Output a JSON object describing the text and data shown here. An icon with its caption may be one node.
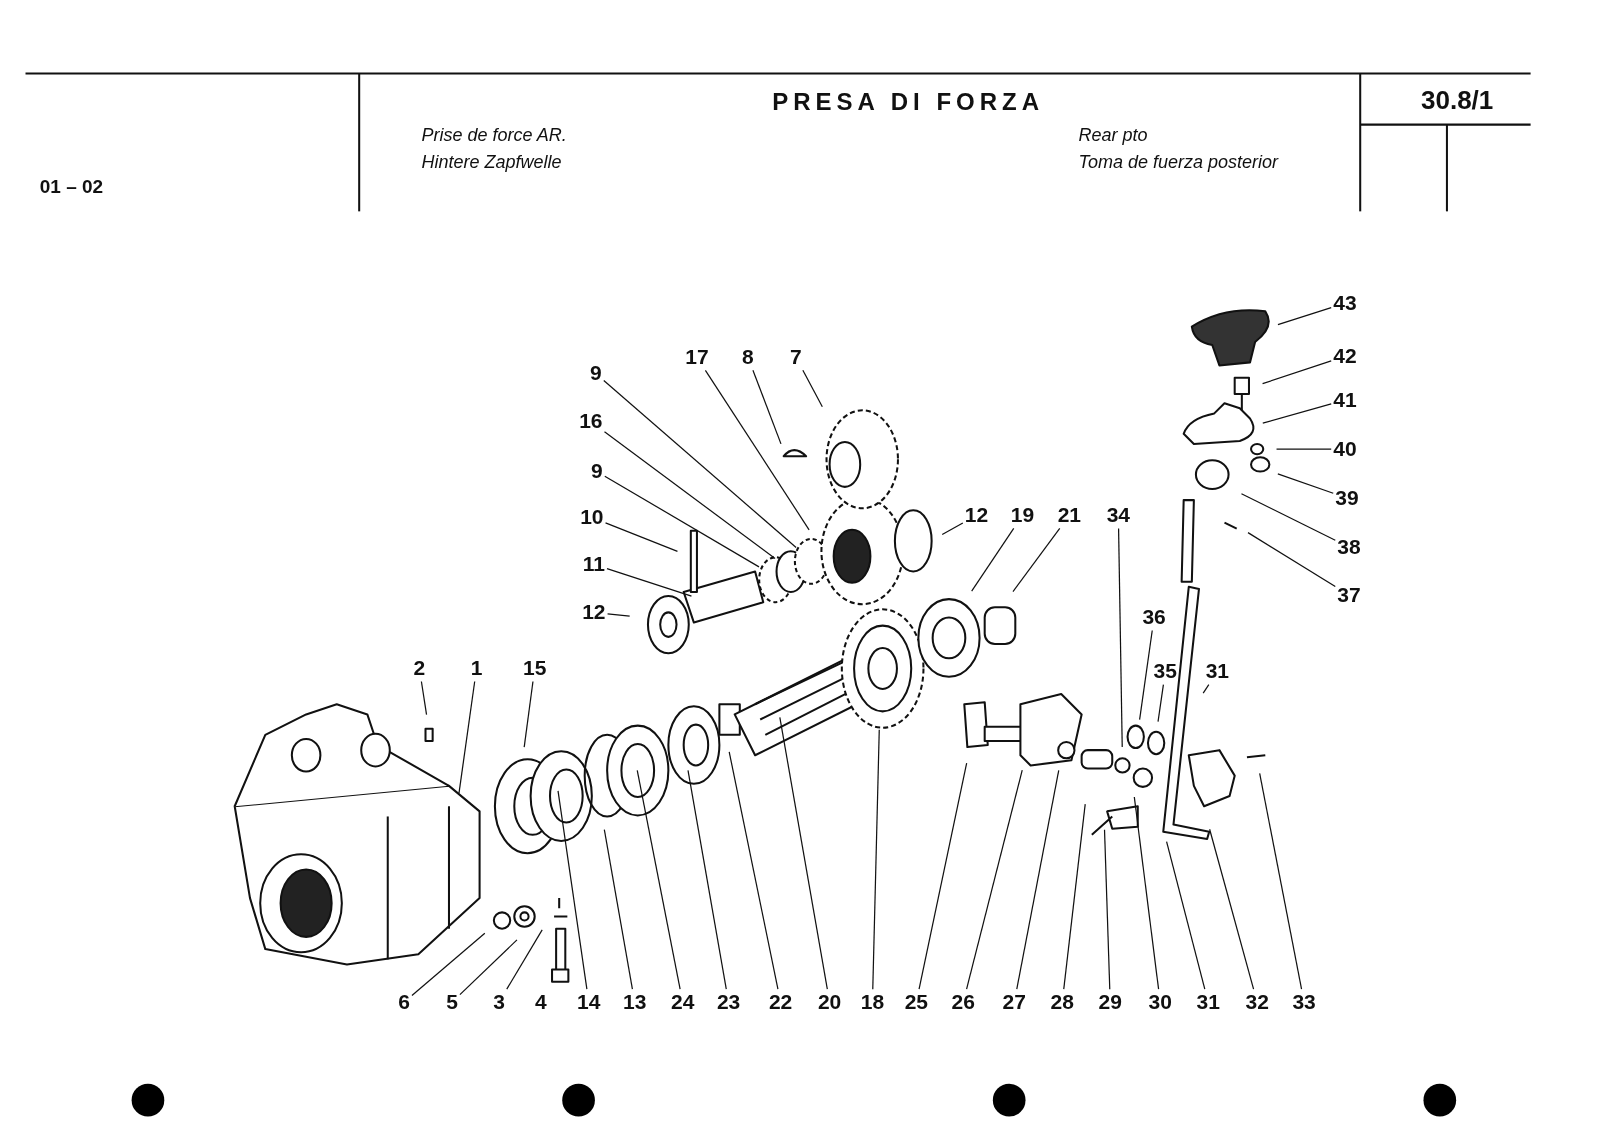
{
  "diagram": {
    "title": "PRESA DI FORZA",
    "nodes": [
      {
        "text": [
          "43"
        ]
      },
      {
        "text": [
          "42"
        ]
      },
      {
        "text": [
          "17"
        ]
      },
      {
        "text": [
          "8"
        ]
      },
      {
        "text": [
          "7"
        ]
      },
      {
        "text": [
          "9"
        ]
      },
      {
        "text": [
          "41"
        ]
      },
      {
        "text": [
          "16"
        ]
      },
      {
        "text": [
          "40"
        ]
      },
      {
        "text": [
          "9"
        ]
      },
      {
        "text": [
          "39"
        ]
      },
      {
        "text": [
          "10"
        ]
      },
      {
        "text": [
          "12"
        ]
      },
      {
        "text": [
          "19"
        ]
      },
      {
        "text": [
          "21"
        ]
      },
      {
        "text": [
          "34"
        ]
      },
      {
        "text": [
          "38"
        ]
      },
      {
        "text": [
          "11"
        ]
      },
      {
        "text": [
          "37"
        ]
      },
      {
        "text": [
          "12"
        ]
      },
      {
        "text": [
          "36"
        ]
      },
      {
        "text": [
          "2"
        ]
      },
      {
        "text": [
          "1"
        ]
      },
      {
        "text": [
          "15"
        ]
      },
      {
        "text": [
          "35"
        ]
      },
      {
        "text": [
          "31"
        ]
      },
      {
        "text": [
          "6"
        ]
      },
      {
        "text": [
          "5"
        ]
      },
      {
        "text": [
          "3"
        ]
      },
      {
        "text": [
          "14"
        ]
      },
      {
        "text": [
          "13"
        ]
      },
      {
        "text": [
          "24"
        ]
      },
      {
        "text": [
          "23"
        ]
      },
      {
        "text": [
          "22"
        ]
      },
      {
        "text": [
          "20"
        ]
      },
      {
        "text": [
          "18"
        ]
      },
      {
        "text": [
          "25"
        ]
      },
      {
        "text": [
          "26"
        ]
      },
      {
        "text": [
          "27"
        ]
      },
      {
        "text": [
          "28"
        ]
      },
      {
        "text": [
          "29"
        ]
      },
      {
        "text": [
          "30"
        ]
      },
      {
        "text": [
          "31"
        ]
      },
      {
        "text": [
          "32"
        ]
      },
      {
        "text": [
          "33"
        ]
      }
    ],
    "edges": [
      {
        "from": 0,
        "to": null,
        "arrow": "none"
      },
      {
        "from": 1,
        "to": null,
        "arrow": "none"
      },
      {
        "from": 2,
        "to": null,
        "arrow": "none"
      },
      {
        "from": 3,
        "to": null,
        "arrow": "none"
      },
      {
        "from": 4,
        "to": null,
        "arrow": "none"
      },
      {
        "from": 5,
        "to": null,
        "arrow": "none"
      },
      {
        "from": 6,
        "to": null,
        "arrow": "none"
      },
      {
        "from": 7,
        "to": null,
        "arrow": "none"
      },
      {
        "from": 8,
        "to": null,
        "arrow": "none"
      },
      {
        "from": 9,
        "to": null,
        "arrow": "none"
      },
      {
        "from": 10,
        "to": null,
        "arrow": "none"
      },
      {
        "from": 11,
        "to": null,
        "arrow": "none"
      },
      {
        "from": 12,
        "to": null,
        "arrow": "none"
      },
      {
        "from": 13,
        "to": null,
        "arrow": "none"
      },
      {
        "from": 14,
        "to": null,
        "arrow": "none"
      },
      {
        "from": 15,
        "to": null,
        "arrow": "none"
      },
      {
        "from": 16,
        "to": null,
        "arrow": "none"
      },
      {
        "from": 17,
        "to": null,
        "arrow": "none"
      },
      {
        "from": 18,
        "to": null,
        "arrow": "none"
      },
      {
        "from": 19,
        "to": null,
        "arrow": "none"
      },
      {
        "from": 20,
        "to": null,
        "arrow": "none"
      },
      {
        "from": 21,
        "to": null,
        "arrow": "none"
      },
      {
        "from": 22,
        "to": null,
        "arrow": "none"
      },
      {
        "from": 23,
        "to": null,
        "arrow": "none"
      },
      {
        "from": 24,
        "to": null,
        "arrow": "none"
      },
      {
        "from": 25,
        "to": null,
        "arrow": "none"
      },
      {
        "from": 26,
        "to": null,
        "arrow": "none"
      },
      {
        "from": 27,
        "to": null,
        "arrow": "none"
      },
      {
        "from": 28,
        "to": null,
        "arrow": "none"
      },
      {
        "from": 29,
        "to": null,
        "arrow": "none"
      },
      {
        "from": 30,
        "to": null,
        "arrow": "none"
      },
      {
        "from": 31,
        "to": null,
        "arrow": "none"
      },
      {
        "from": 32,
        "to": null,
        "arrow": "none"
      },
      {
        "from": 33,
        "to": null,
        "arrow": "none"
      },
      {
        "from": 34,
        "to": null,
        "arrow": "none"
      },
      {
        "from": 35,
        "to": null,
        "arrow": "none"
      },
      {
        "from": 36,
        "to": null,
        "arrow": "none"
      },
      {
        "from": 37,
        "to": null,
        "arrow": "none"
      },
      {
        "from": 38,
        "to": null,
        "arrow": "none"
      },
      {
        "from": 39,
        "to": null,
        "arrow": "none"
      },
      {
        "from": 40,
        "to": null,
        "arrow": "none"
      },
      {
        "from": 41,
        "to": null,
        "arrow": "none"
      },
      {
        "from": 42,
        "to": null,
        "arrow": "none"
      },
      {
        "from": 43,
        "to": null,
        "arrow": "none"
      },
      {
        "from": 44,
        "to": null,
        "arrow": "none"
      }
    ],
    "labels": [
      "30.8/1",
      "01 – 02",
      "Prise de force AR.",
      "Hintere Zapfwelle",
      "Rear pto",
      "Toma de fuerza posterior",
      "4"
    ]
  }
}
